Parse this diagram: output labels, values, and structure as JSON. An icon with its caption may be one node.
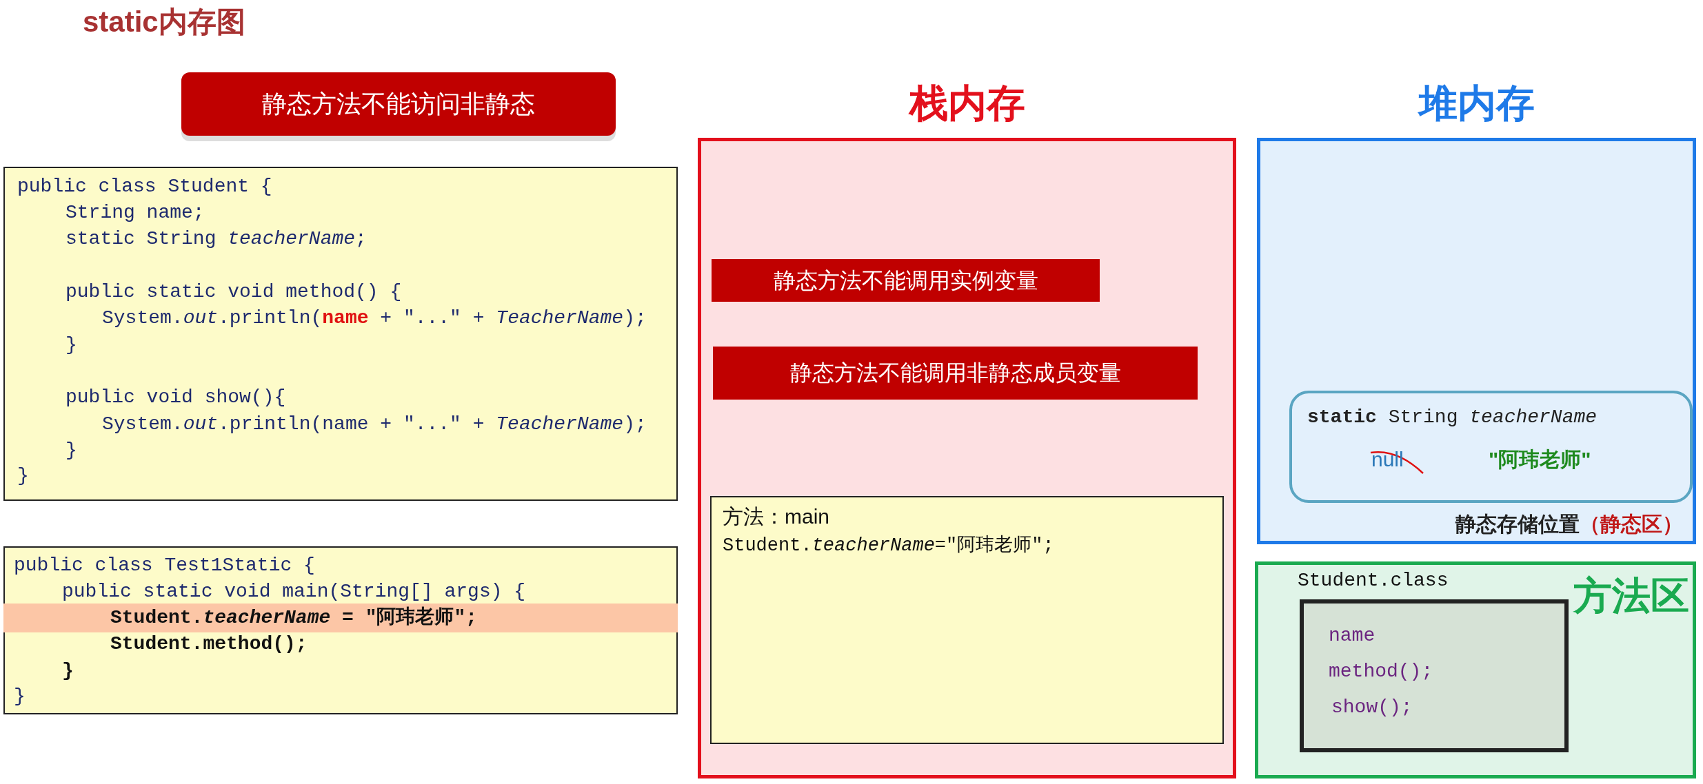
{
  "diagram": {
    "title": "static内存图",
    "nodes": [
      {
        "text": [
          "静态方法不能访问非静态"
        ]
      },
      {
        "text": [
          "public class Student {",
          "String name;",
          "static String *teacherName*;",
          "public static void method() {",
          "System.*out*.println(**name** + \"...\" + *TeacherName*);",
          "}",
          "public void show(){",
          "System.*out*.println(name + \"...\" + *TeacherName*);",
          "}",
          "}"
        ]
      },
      {
        "text": [
          "public class Test1Static {",
          "public static void main(String[] args) {",
          "Student.*teacherName* = \"阿玮老师\";",
          "Student.method();",
          "}",
          "}"
        ]
      },
      {
        "text": [
          "栈内存"
        ]
      },
      {
        "text": [
          "静态方法不能调用实例变量"
        ],
        "in": 3
      },
      {
        "text": [
          "静态方法不能调用非静态成员变量"
        ],
        "in": 3
      },
      {
        "text": [
          "方法：main",
          "Student.*teacherName*=\"阿玮老师\";"
        ],
        "in": 3
      },
      {
        "text": [
          "堆内存"
        ]
      },
      {
        "text": [
          "**static** String *teacherName*",
          "null",
          "\"阿玮老师\""
        ],
        "in": 7,
        "beside": [
          "静态存储位置",
          "（静态区）"
        ]
      },
      {
        "text": [
          "方法区"
        ]
      },
      {
        "text": [
          "Student.class",
          "name",
          "method();",
          "show();"
        ],
        "in": 9
      }
    ]
  }
}
